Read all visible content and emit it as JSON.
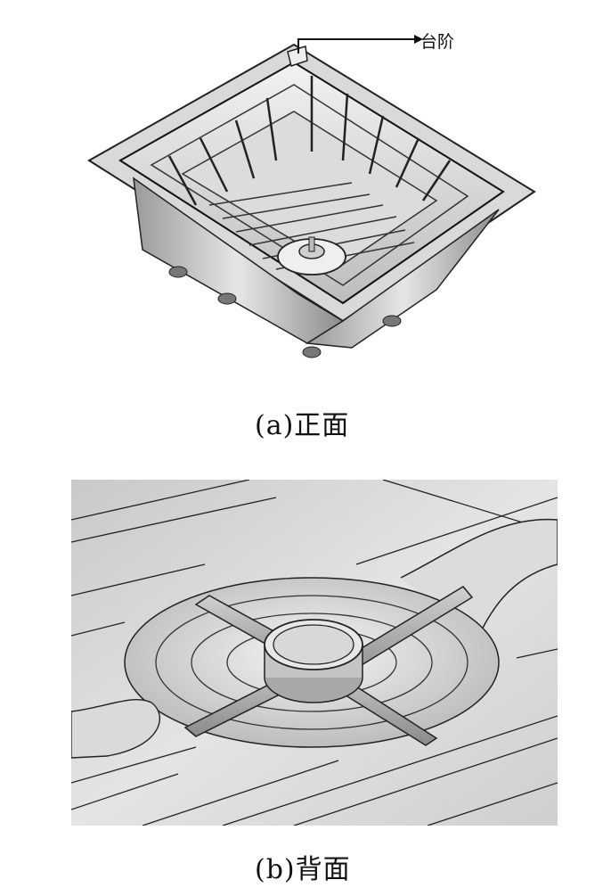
{
  "figure_a": {
    "callout_label": "台阶",
    "caption": "(a)正面"
  },
  "figure_b": {
    "caption": "(b)背面"
  }
}
